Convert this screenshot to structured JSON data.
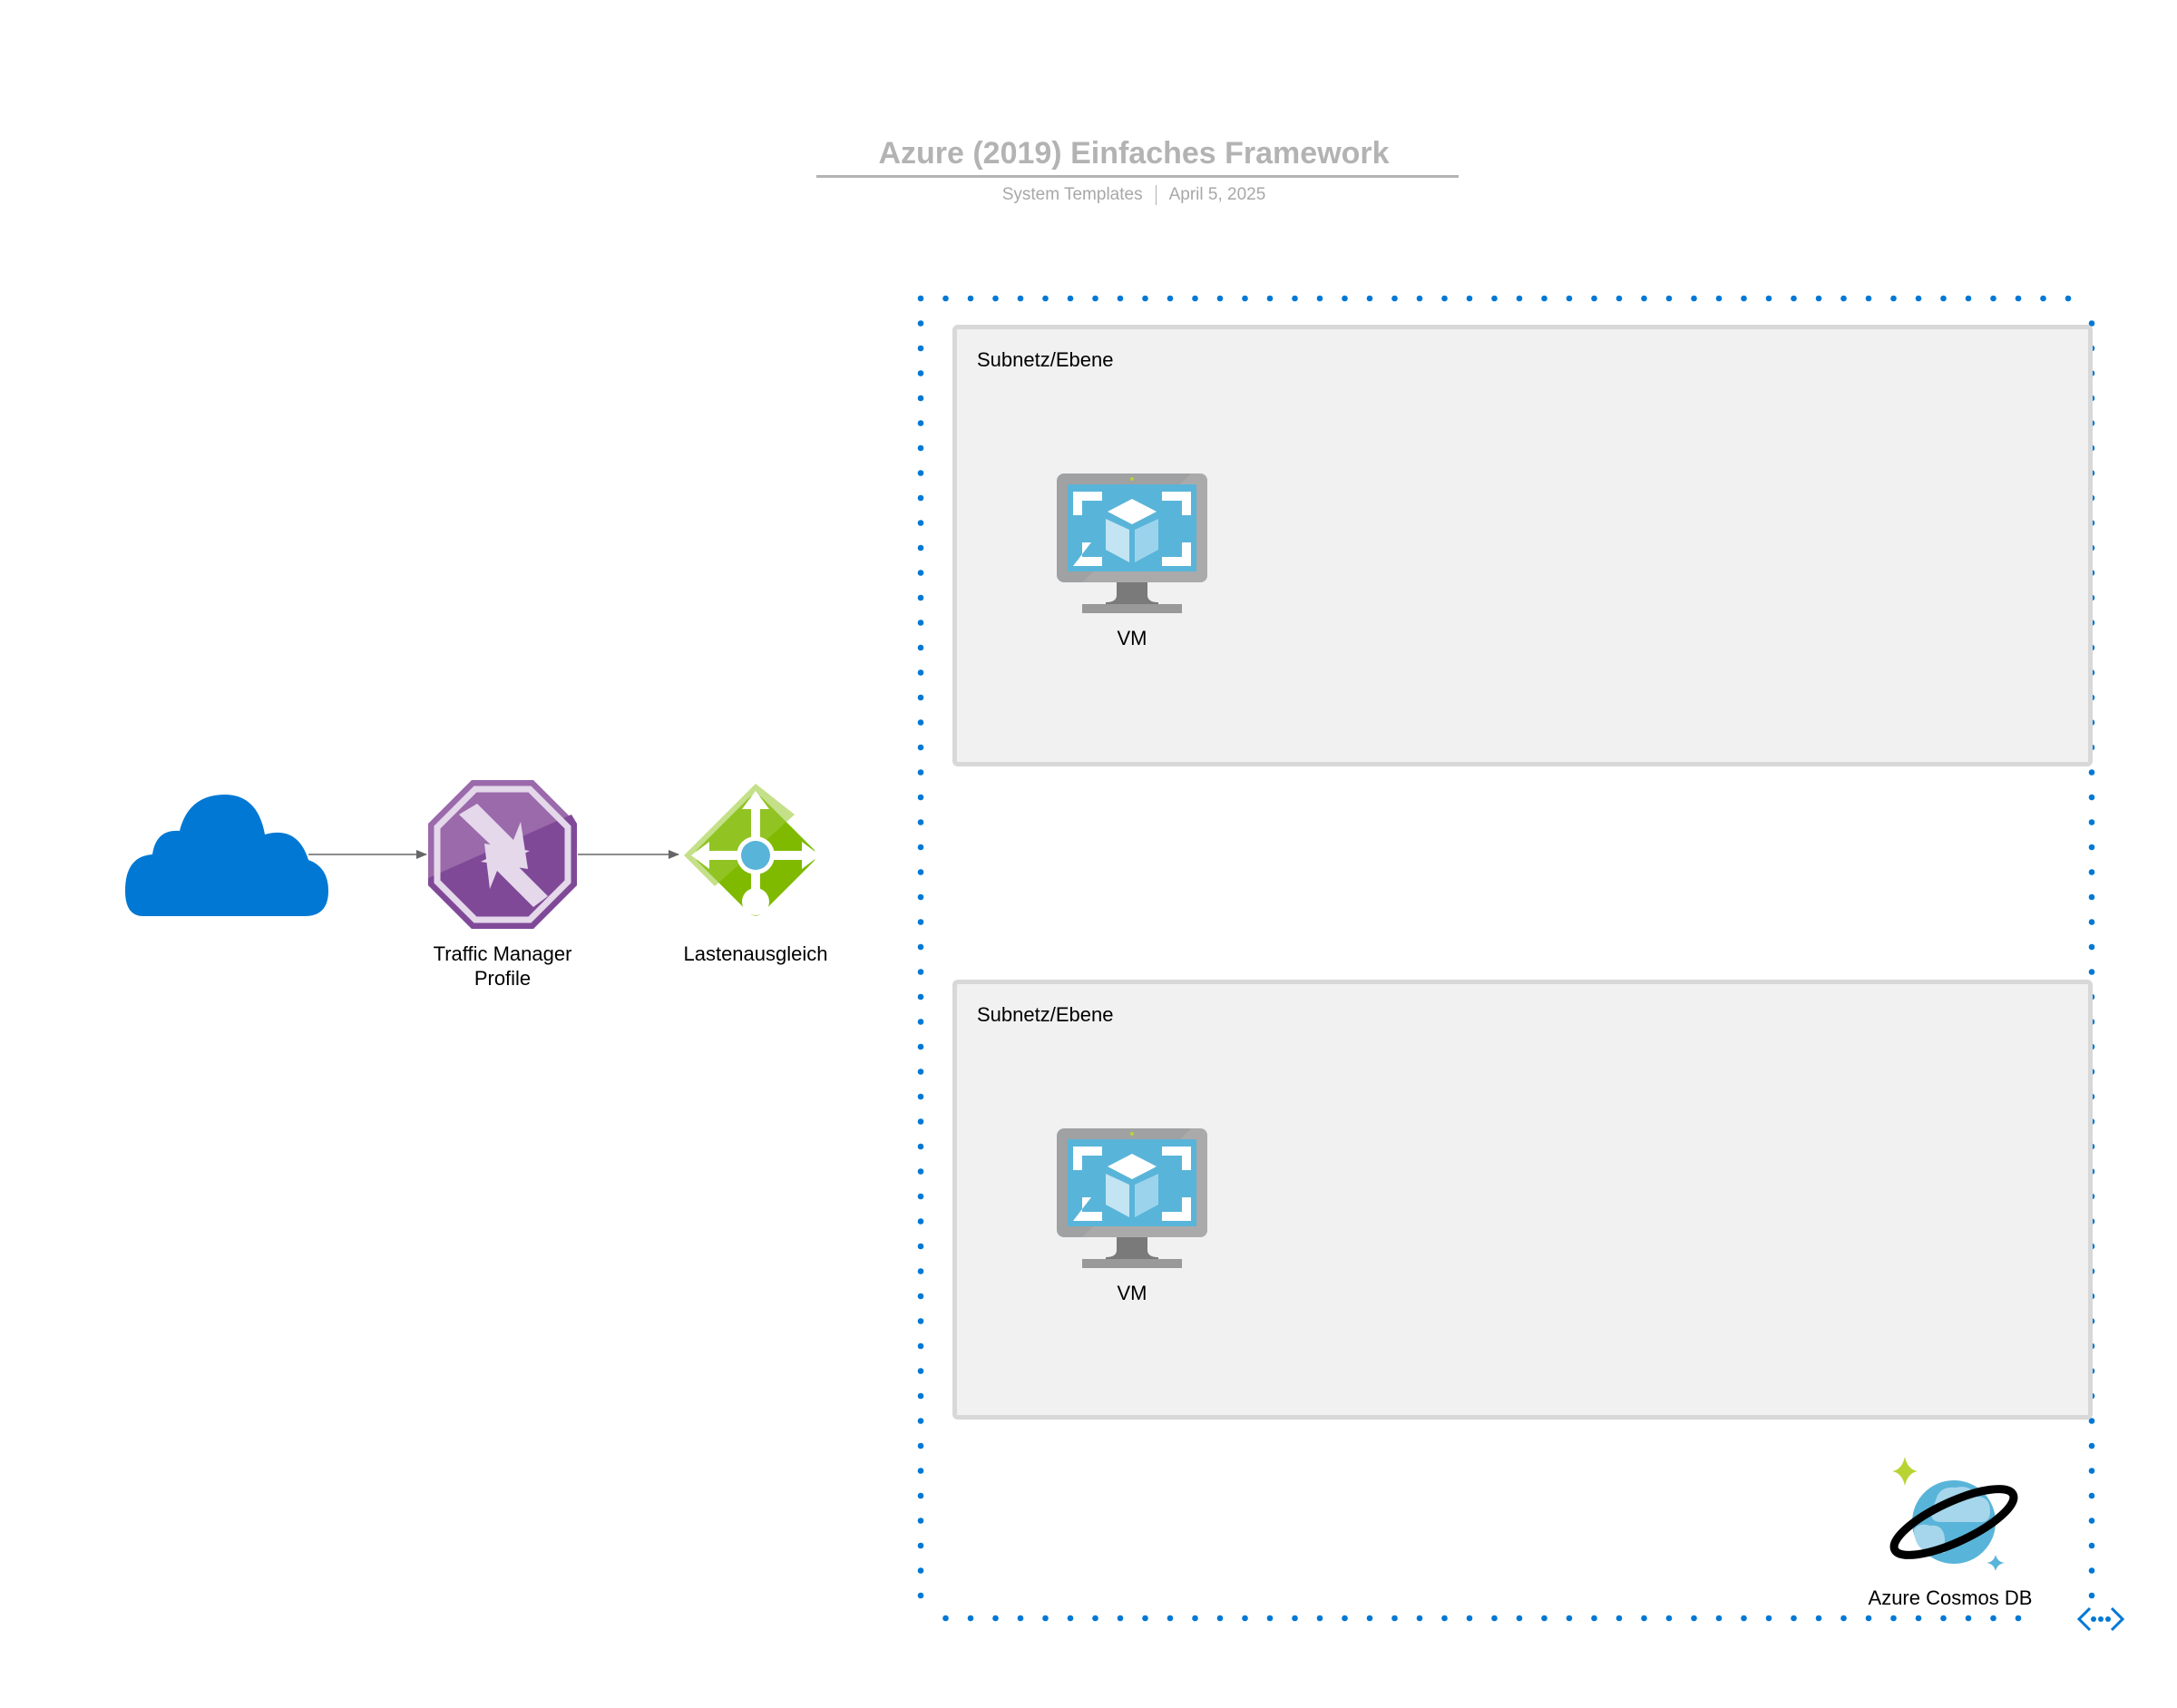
{
  "header": {
    "title": "Azure (2019) Einfaches Framework",
    "source": "System Templates",
    "date": "April 5, 2025"
  },
  "nodes": {
    "internet": {
      "icon": "cloud-icon"
    },
    "traffic_manager": {
      "icon": "traffic-manager-icon",
      "label_line1": "Traffic Manager",
      "label_line2": "Profile"
    },
    "load_balancer": {
      "icon": "load-balancer-icon",
      "label": "Lastenausgleich"
    },
    "cosmos_db": {
      "icon": "cosmos-db-icon",
      "label": "Azure Cosmos DB"
    }
  },
  "virtual_network": {
    "icon": "virtual-network-icon",
    "subnets": [
      {
        "label": "Subnetz/Ebene",
        "vm_label": "VM"
      },
      {
        "label": "Subnetz/Ebene",
        "vm_label": "VM"
      }
    ]
  },
  "edges": [
    {
      "from": "internet",
      "to": "traffic_manager"
    },
    {
      "from": "traffic_manager",
      "to": "load_balancer"
    }
  ],
  "colors": {
    "vnet_dots": "#0078d4",
    "cloud": "#0078d4",
    "traffic_manager": "#804998",
    "load_balancer": "#7fba00",
    "vm_screen": "#59b4d9",
    "subnet_fill": "#f1f1f1",
    "subnet_border": "#d8d8d8",
    "title": "#b3b3b3"
  }
}
